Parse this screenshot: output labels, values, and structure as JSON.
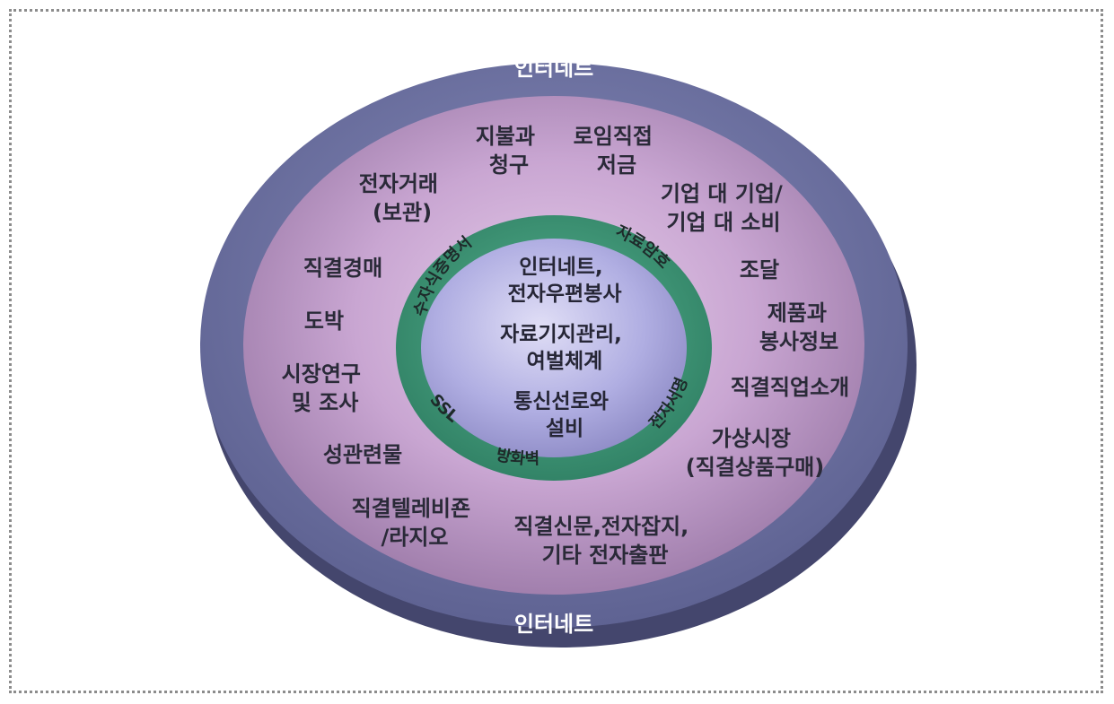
{
  "outer_ring": {
    "top_label": "인터네트",
    "bottom_label": "인터네트"
  },
  "services": [
    [
      "지불과",
      "청구"
    ],
    [
      "로임직접",
      "저금"
    ],
    [
      "전자거래",
      "(보관)"
    ],
    [
      "기업 대 기업/",
      "기업 대 소비"
    ],
    [
      "직결경매"
    ],
    [
      "조달"
    ],
    [
      "도박"
    ],
    [
      "제품과",
      "봉사정보"
    ],
    [
      "시장연구",
      "및 조사"
    ],
    [
      "직결직업소개"
    ],
    [
      "성관련물"
    ],
    [
      "가상시장",
      "(직결상품구매)"
    ],
    [
      "직결텔레비죤",
      "/라지오"
    ],
    [
      "직결신문,전자잡지,",
      "기타 전자출판"
    ]
  ],
  "security_band": {
    "top_right": "자료암호",
    "top_left": "수자식증명서",
    "bottom_left": "SSL",
    "bottom": "방화벽",
    "right": "전자서명"
  },
  "core": {
    "lines": [
      [
        "인터네트,",
        "전자우편봉사"
      ],
      [
        "자료기지관리,",
        "여벌체계"
      ],
      [
        "통신선로와",
        "설비"
      ]
    ]
  },
  "colors": {
    "outer_ring": "#6a6f9e",
    "base_shadow": "#4d5078",
    "services_area": "#c9a6d2",
    "security_band": "#3f9a7a",
    "core": "#a9a8e0",
    "frame_border": "#8c8c8c"
  }
}
